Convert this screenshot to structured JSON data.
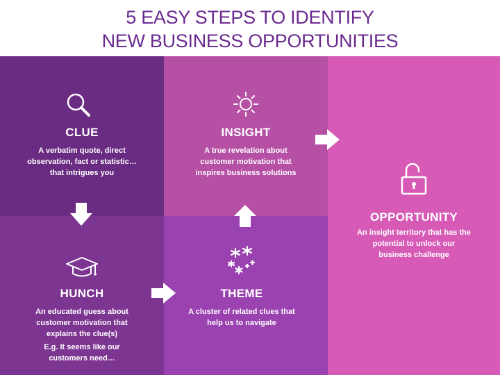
{
  "title": {
    "line1": "5 EASY STEPS TO IDENTIFY",
    "line2": "NEW BUSINESS OPPORTUNITIES"
  },
  "steps": {
    "clue": {
      "heading": "CLUE",
      "description": "A verbatim quote, direct observation, fact or statistic… that intrigues you",
      "icon": "magnifier-icon"
    },
    "insight": {
      "heading": "INSIGHT",
      "description": "A true revelation about customer motivation that inspires business solutions",
      "icon": "sun-icon"
    },
    "opportunity": {
      "heading": "OPPORTUNITY",
      "description": "An insight territory that has the potential to unlock our business challenge",
      "icon": "unlocked-padlock-icon"
    },
    "hunch": {
      "heading": "HUNCH",
      "description": "An educated guess about customer motivation that explains the clue(s)",
      "example": "E.g. It seems like our customers need…",
      "icon": "graduation-cap-icon"
    },
    "theme": {
      "heading": "THEME",
      "description": "A cluster of related clues that help us to navigate",
      "icon": "snowflakes-icon"
    }
  },
  "colors": {
    "title": "#6a2a90",
    "clue_panel": "#6a2b82",
    "insight_panel": "#b550a5",
    "opportunity_panel": "#d65ab6",
    "hunch_panel": "#7d3592",
    "theme_panel": "#9a42b0",
    "text": "#ffffff"
  }
}
